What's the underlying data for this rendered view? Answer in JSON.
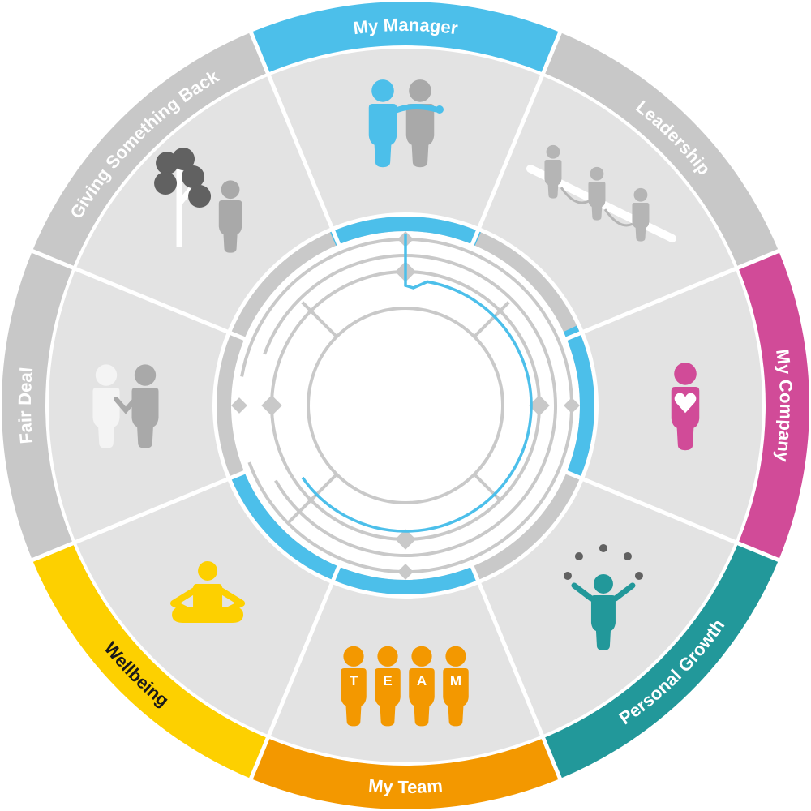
{
  "segments": [
    {
      "id": "my-manager",
      "label": "My Manager",
      "color": "#4cbfea",
      "text_color": "#ffffff",
      "icon": "manager-icon"
    },
    {
      "id": "leadership",
      "label": "Leadership",
      "color": "#c8c8c8",
      "text_color": "#ffffff",
      "icon": "leadership-icon"
    },
    {
      "id": "my-company",
      "label": "My Company",
      "color": "#d14b98",
      "text_color": "#ffffff",
      "icon": "company-heart-icon"
    },
    {
      "id": "personal-growth",
      "label": "Personal Growth",
      "color": "#22989a",
      "text_color": "#ffffff",
      "icon": "juggling-person-icon"
    },
    {
      "id": "my-team",
      "label": "My Team",
      "color": "#f39800",
      "text_color": "#ffffff",
      "icon": "team-icon"
    },
    {
      "id": "wellbeing",
      "label": "Wellbeing",
      "color": "#fdd000",
      "text_color": "#1a1a1a",
      "icon": "meditation-icon"
    },
    {
      "id": "fair-deal",
      "label": "Fair Deal",
      "color": "#c8c8c8",
      "text_color": "#ffffff",
      "icon": "handshake-icon"
    },
    {
      "id": "giving-something-back",
      "label": "Giving Something Back",
      "color": "#c8c8c8",
      "text_color": "#ffffff",
      "icon": "tree-person-icon"
    }
  ],
  "team_letters": [
    "T",
    "E",
    "A",
    "M"
  ],
  "colors": {
    "segment_fill": "#e3e3e3",
    "divider": "#ffffff",
    "inner_ring_gray": "#c9c9c9",
    "inner_ring_blue": "#4cbfea",
    "icon_gray": "#a9a9a9",
    "icon_dark": "#616161",
    "icon_light": "#f4f4f4"
  }
}
